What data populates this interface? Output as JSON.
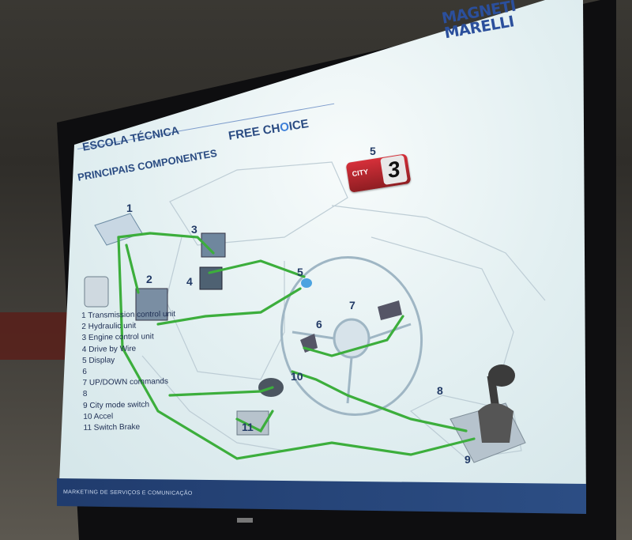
{
  "logo": {
    "line1": "MAGNETI",
    "line2": "MARELLI"
  },
  "header": {
    "school": "ESCOLA TÉCNICA",
    "subtitle": "PRINCIPAIS COMPONENTES",
    "product_pre": "FREE CH",
    "product_hl": "O",
    "product_post": "ICE"
  },
  "badge": {
    "number": "5",
    "label": "CITY",
    "digit": "3"
  },
  "callouts": [
    "1",
    "2",
    "3",
    "4",
    "5",
    "6",
    "7",
    "8",
    "9",
    "10",
    "11"
  ],
  "legend": [
    "1 Transmission control unit",
    "2 Hydraulic unit",
    "3 Engine control unit",
    "4 Drive by Wire",
    "5 Display",
    "6",
    "7   UP/DOWN commands",
    "8",
    "9   City mode switch",
    "10 Accel",
    "11 Switch Brake"
  ],
  "footer": {
    "text": "MARKETING DE SERVIÇOS E COMUNICAÇÃO"
  },
  "colors": {
    "wire": "#3cae3c",
    "title": "#2a4b82",
    "footer": "#1f3a6b",
    "badge": "#c8262e"
  }
}
